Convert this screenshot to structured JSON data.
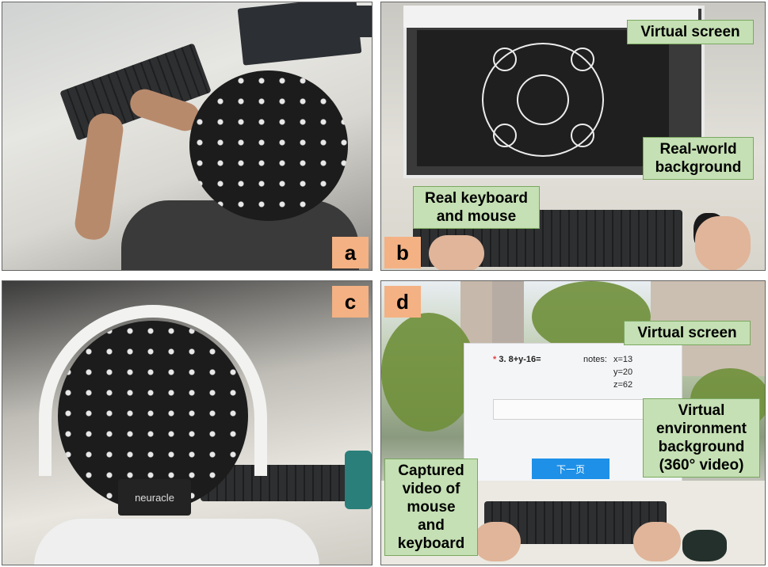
{
  "panels": {
    "a": {
      "letter": "a"
    },
    "b": {
      "letter": "b",
      "labels": {
        "virtual_screen": "Virtual screen",
        "real_world_background": "Real-world background",
        "real_keyboard_mouse": "Real keyboard and mouse"
      }
    },
    "c": {
      "letter": "c",
      "amp_brand": "neuracle"
    },
    "d": {
      "letter": "d",
      "labels": {
        "virtual_screen": "Virtual screen",
        "virtual_env_background": "Virtual environment background (360° video)",
        "captured_video": "Captured video of mouse and keyboard"
      },
      "screen": {
        "question_star": "*",
        "question": "3. 8+y-16=",
        "notes_label": "notes:",
        "notes": [
          "x=13",
          "y=20",
          "z=62"
        ],
        "next_button": "下一页"
      }
    }
  },
  "colors": {
    "letter_bg": "#f4b183",
    "label_bg": "#c5e0b4",
    "label_border": "#7aa860",
    "next_button_bg": "#1e90e8"
  }
}
